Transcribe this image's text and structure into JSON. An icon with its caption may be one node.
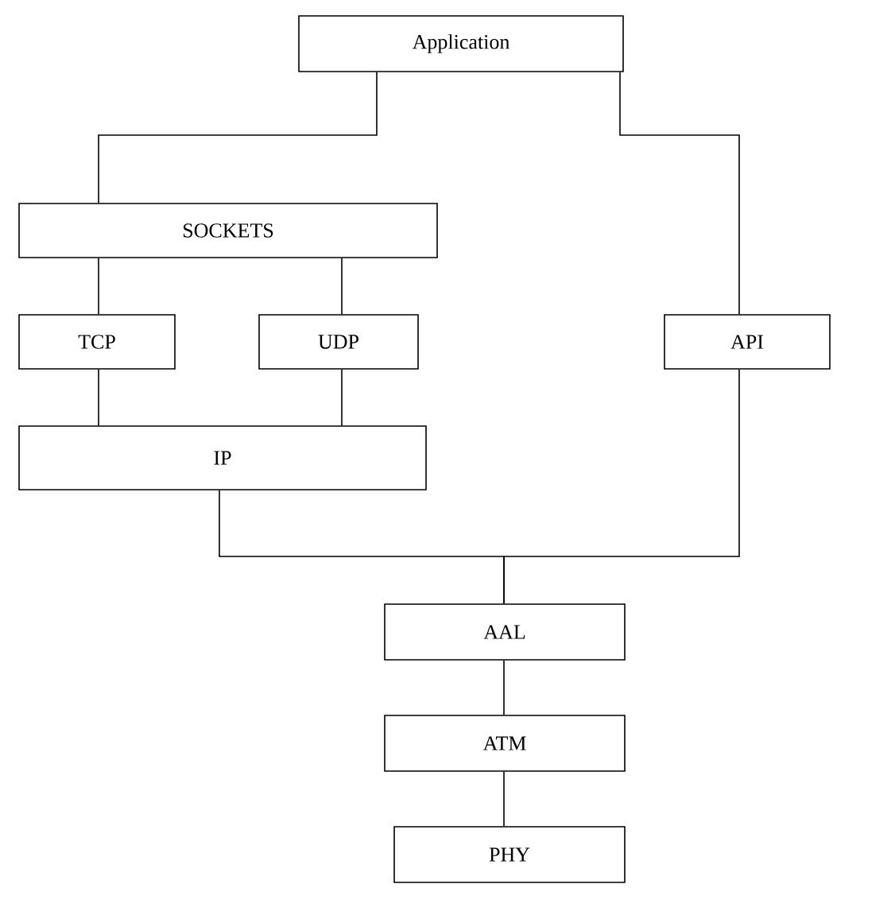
{
  "diagram": {
    "nodes": [
      {
        "text": [
          "Application"
        ]
      },
      {
        "text": [
          "SOCKETS"
        ]
      },
      {
        "text": [
          "TCP"
        ]
      },
      {
        "text": [
          "UDP"
        ]
      },
      {
        "text": [
          "API"
        ]
      },
      {
        "text": [
          "IP"
        ]
      },
      {
        "text": [
          "AAL"
        ]
      },
      {
        "text": [
          "ATM"
        ]
      },
      {
        "text": [
          "PHY"
        ]
      }
    ],
    "edges": [
      {
        "from": 0,
        "to": 1,
        "arrow": "none"
      },
      {
        "from": 0,
        "to": 4,
        "arrow": "none"
      },
      {
        "from": 1,
        "to": 2,
        "arrow": "none"
      },
      {
        "from": 1,
        "to": 3,
        "arrow": "none"
      },
      {
        "from": 2,
        "to": 5,
        "arrow": "none"
      },
      {
        "from": 3,
        "to": 5,
        "arrow": "none"
      },
      {
        "from": 5,
        "to": 6,
        "arrow": "none"
      },
      {
        "from": 4,
        "to": 6,
        "arrow": "none"
      },
      {
        "from": 6,
        "to": 7,
        "arrow": "none"
      },
      {
        "from": 7,
        "to": 8,
        "arrow": "none"
      }
    ]
  }
}
